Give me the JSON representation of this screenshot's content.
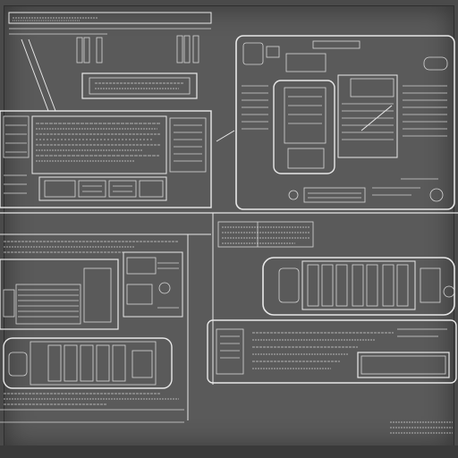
{
  "sheet": {
    "caption_top_left": "",
    "caption_bottom_right": ""
  },
  "colors": {
    "background": "#5a5a5a",
    "ink": "#e8e8e8",
    "border": "#2e2e2e"
  },
  "blocks": [
    {
      "id": "top-left-title-block",
      "kind": "title-block"
    },
    {
      "id": "left-control-panel",
      "kind": "panel"
    },
    {
      "id": "left-device-module",
      "kind": "device"
    },
    {
      "id": "upper-right-console",
      "kind": "console"
    },
    {
      "id": "mid-right-spec-table",
      "kind": "table"
    },
    {
      "id": "right-rack-unit",
      "kind": "device"
    },
    {
      "id": "lower-right-panel",
      "kind": "panel"
    },
    {
      "id": "bottom-right-legend",
      "kind": "legend"
    }
  ]
}
